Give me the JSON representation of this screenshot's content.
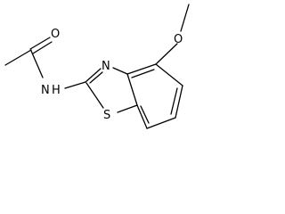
{
  "molecule": {
    "atoms": {
      "carbonyl_oxygen": "O",
      "amide_nitrogen": "N",
      "amide_hydrogen": "H",
      "thiazole_nitrogen": "N",
      "thiazole_sulfur": "S",
      "methoxy_oxygen": "O"
    }
  }
}
